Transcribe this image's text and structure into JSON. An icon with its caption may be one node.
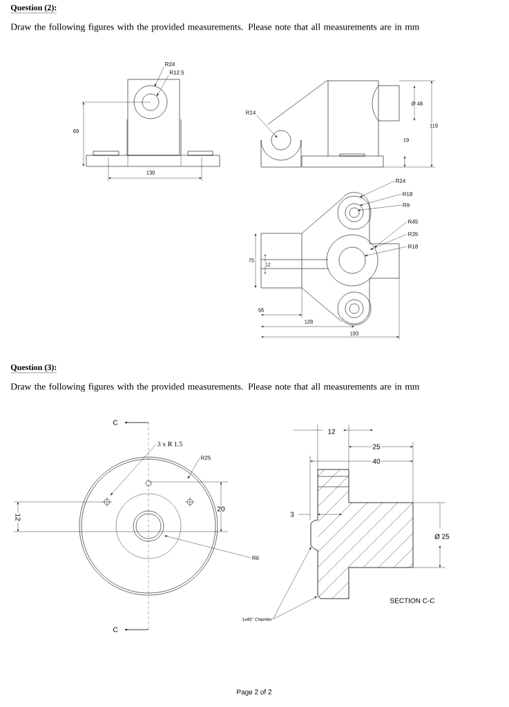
{
  "diagram": {
    "nodes": [
      {
        "text": [
          "R24"
        ]
      },
      {
        "text": [
          "R12.5"
        ]
      },
      {
        "text": [
          "R14"
        ]
      },
      {
        "text": [
          "R24"
        ]
      },
      {
        "text": [
          "R18"
        ]
      },
      {
        "text": [
          "R9"
        ]
      },
      {
        "text": [
          "R45"
        ]
      },
      {
        "text": [
          "R35"
        ]
      },
      {
        "text": [
          "R18"
        ]
      },
      {
        "text": [
          "3 x R 1.5"
        ]
      },
      {
        "text": [
          "R25"
        ]
      },
      {
        "text": [
          "R6"
        ]
      },
      {
        "text": [
          "1x45° Chamfer"
        ]
      },
      {
        "text": [],
        "shape": "picture"
      },
      {
        "text": [],
        "shape": "picture"
      },
      {
        "text": [],
        "shape": "picture"
      },
      {
        "text": [],
        "shape": "picture"
      },
      {
        "text": [],
        "shape": "picture"
      }
    ],
    "edges": [
      {
        "from": 0,
        "to": 13,
        "arrow": "to"
      },
      {
        "from": 1,
        "to": 13,
        "arrow": "to"
      },
      {
        "from": 2,
        "to": 14,
        "arrow": "to"
      },
      {
        "from": 3,
        "to": 15,
        "arrow": "to"
      },
      {
        "from": 4,
        "to": 15,
        "arrow": "to"
      },
      {
        "from": 5,
        "to": 15,
        "arrow": "to"
      },
      {
        "from": 6,
        "to": 15,
        "arrow": "to"
      },
      {
        "from": 7,
        "to": 15,
        "arrow": "to"
      },
      {
        "from": 8,
        "to": 15,
        "arrow": "to"
      },
      {
        "from": 9,
        "to": 16,
        "arrow": "to"
      },
      {
        "from": 10,
        "to": 16,
        "arrow": "to"
      },
      {
        "from": 11,
        "to": 16,
        "arrow": "to"
      },
      {
        "from": 12,
        "to": 17,
        "arrow": "to"
      },
      {
        "from": 12,
        "to": 17,
        "arrow": "to"
      }
    ],
    "labels": [
      "Question (2):",
      "Draw the following figures with the provided measurements. Please note that all measurements are in mm",
      "69",
      "130",
      "Ø 48",
      "119",
      "19",
      "75",
      "12",
      "56",
      "128",
      "193",
      "Question (3):",
      "Draw the following figures with the provided measurements. Please note that all measurements are in mm",
      "C",
      "12",
      "25",
      "40",
      "20",
      "12",
      "3",
      "Ø 25",
      "C",
      "SECTION C-C",
      "Page 2 of 2"
    ]
  }
}
